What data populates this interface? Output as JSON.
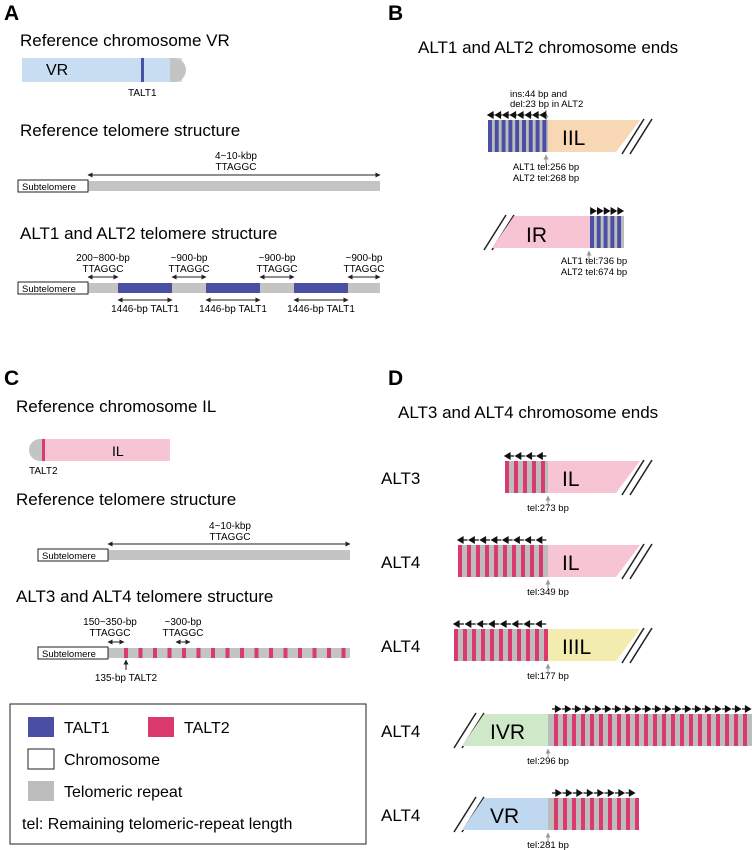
{
  "panels": {
    "a": {
      "letter": "A",
      "ref_chr_title": "Reference chromosome VR",
      "chr_label": "VR",
      "talt_label": "TALT1",
      "ref_tel_title": "Reference telomere structure",
      "ref_tel_len": "4~10-kbp",
      "ref_tel_seq": "TTAGGC",
      "subtelomere": "Subtelomere",
      "alt_title": "ALT1 and ALT2 telomere structure",
      "alt_gaps": [
        {
          "len": "200~800-bp",
          "seq": "TTAGGC"
        },
        {
          "len": "~900-bp",
          "seq": "TTAGGC"
        },
        {
          "len": "~900-bp",
          "seq": "TTAGGC"
        },
        {
          "len": "~900-bp",
          "seq": "TTAGGC"
        }
      ],
      "talt_unit": "1446-bp TALT1"
    },
    "b": {
      "letter": "B",
      "title": "ALT1 and ALT2 chromosome ends",
      "indel_note_1": "ins:44 bp and",
      "indel_note_2": "del:23 bp in ALT2",
      "end1_label": "IIL",
      "end1_tel_1": "ALT1 tel:256 bp",
      "end1_tel_2": "ALT2 tel:268 bp",
      "end2_label": "IR",
      "end2_tel_1": "ALT1 tel:736 bp",
      "end2_tel_2": "ALT2 tel:674 bp"
    },
    "c": {
      "letter": "C",
      "ref_chr_title": "Reference chromosome IL",
      "chr_label": "IL",
      "talt_label": "TALT2",
      "ref_tel_title": "Reference telomere structure",
      "ref_tel_len": "4~10-kbp",
      "ref_tel_seq": "TTAGGC",
      "subtelomere": "Subtelomere",
      "alt_title": "ALT3 and ALT4 telomere structure",
      "gap1_len": "150~350-bp",
      "gap1_seq": "TTAGGC",
      "gap2_len": "~300-bp",
      "gap2_seq": "TTAGGC",
      "talt_unit": "135-bp TALT2"
    },
    "d": {
      "letter": "D",
      "title": "ALT3 and ALT4 chromosome ends",
      "rows": [
        {
          "name": "ALT3",
          "chr": "IL",
          "tel": "tel:273 bp"
        },
        {
          "name": "ALT4",
          "chr": "IL",
          "tel": "tel:349 bp"
        },
        {
          "name": "ALT4",
          "chr": "IIIL",
          "tel": "tel:177 bp"
        },
        {
          "name": "ALT4",
          "chr": "IVR",
          "tel": "tel:296 bp"
        },
        {
          "name": "ALT4",
          "chr": "VR",
          "tel": "tel:281 bp"
        }
      ]
    }
  },
  "legend": {
    "talt1": "TALT1",
    "talt2": "TALT2",
    "chromosome": "Chromosome",
    "telomeric": "Telomeric repeat",
    "tel_note": "tel: Remaining telomeric-repeat length"
  },
  "colors": {
    "talt1": "#4b4fa3",
    "talt2": "#dc3a6e",
    "telomere": "#bdbdbd",
    "vr": "#bfd8f0",
    "il": "#f7c4d4",
    "iil": "#f8d7b5",
    "iiil": "#f2ecae",
    "ivr": "#cfe8c8"
  }
}
